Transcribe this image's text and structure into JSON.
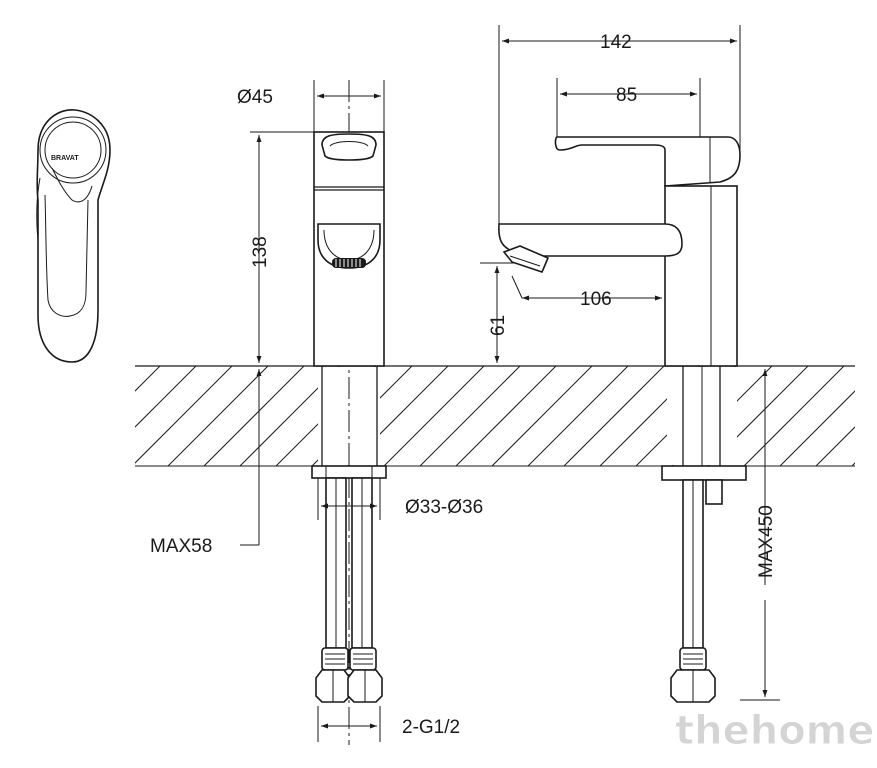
{
  "diagram": {
    "brand_mark": "BRAVAT",
    "dimensions": {
      "overall_width": "142",
      "lever_length": "85",
      "body_diameter": "Ø45",
      "body_height": "138",
      "spout_reach": "106",
      "spout_height": "61",
      "hole_diameter": "Ø33-Ø36",
      "max_deck_thickness": "MAX58",
      "max_hose_length": "MAX450",
      "connection": "2-G1/2"
    }
  },
  "watermark": "thehome"
}
